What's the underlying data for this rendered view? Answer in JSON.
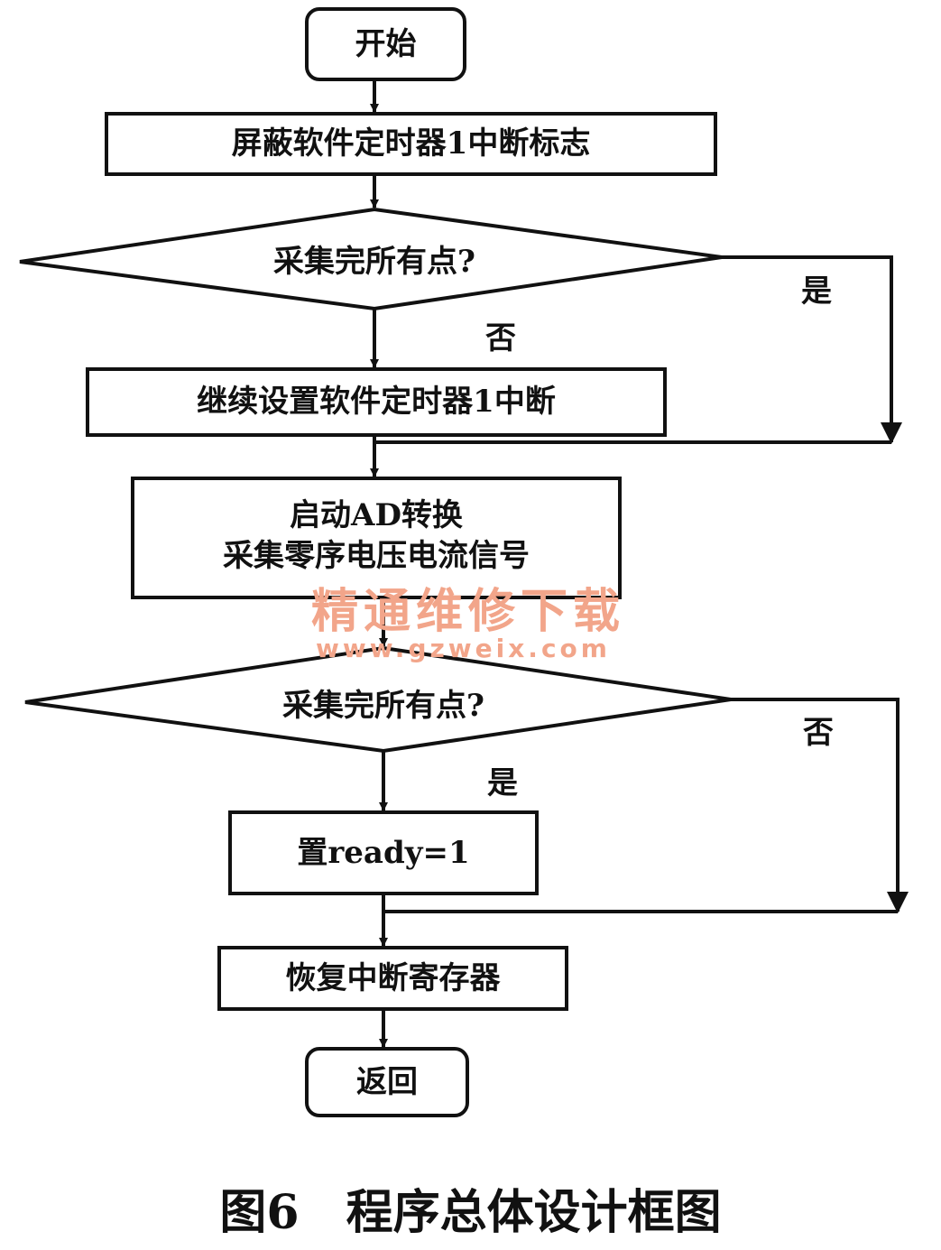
{
  "nodes": {
    "start": "开始",
    "mask_flag": "屏蔽软件定时器1中断标志",
    "decision1": "采集完所有点?",
    "decision1_yes": "是",
    "decision1_no": "否",
    "set_timer": "继续设置软件定时器1中断",
    "ad_line1": "启动AD转换",
    "ad_line2": "采集零序电压电流信号",
    "decision2": "采集完所有点?",
    "decision2_no": "否",
    "decision2_yes": "是",
    "set_ready": "置ready=1",
    "restore": "恢复中断寄存器",
    "end": "返回"
  },
  "watermark": {
    "text": "精通维修下载",
    "url": "www.gzweix.com",
    "color": "#f2a58a"
  },
  "caption": "图6　程序总体设计框图",
  "colors": {
    "line": "#111111",
    "watermark": "#f2a58a"
  }
}
